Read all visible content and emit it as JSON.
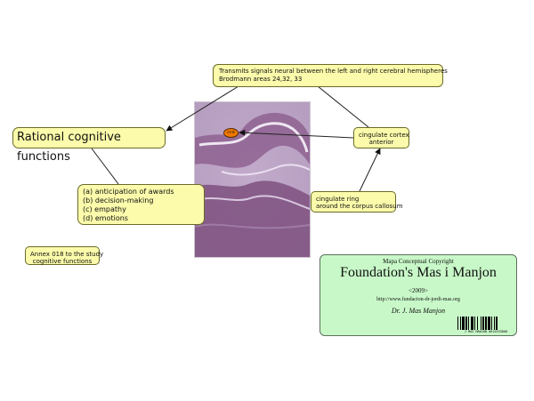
{
  "title_box": {
    "text": "Rational cognitive functions"
  },
  "transmit_box": {
    "line1": "Transmits signals neural between the left and right cerebral hemispheres",
    "line2": "Brodmann areas 24,32, 33"
  },
  "functions_box": {
    "items": [
      "(a) anticipation of awards",
      "(b) decision-making",
      "(c) empathy",
      "(d) emotions"
    ]
  },
  "cingulate_box": {
    "line1": "cingulate cortex",
    "line2": "anterior"
  },
  "ring_box": {
    "line1": "cingulate ring",
    "line2": "around the corpus callosum"
  },
  "annex_box": {
    "line1": "Annex 018 to the study",
    "line2": "cognitive functions"
  },
  "marker": {
    "label": "ccα",
    "color": "#ef7a00"
  },
  "copyright": {
    "small": "Mapa Conceptual Copyright",
    "title": "Foundation's Mas i Manjon",
    "year": "<2009>",
    "url": "http://www.fundacion-dr-jordi-mas.org",
    "signature": "Dr. J. Mas Manjon",
    "barcode_text": "J MAS MANJON 0610333800"
  },
  "colors": {
    "node_fill": "#fbfbab",
    "node_border": "#6b6b2a",
    "copyright_fill": "#c8f8c8",
    "tissue": "#8e6190"
  }
}
